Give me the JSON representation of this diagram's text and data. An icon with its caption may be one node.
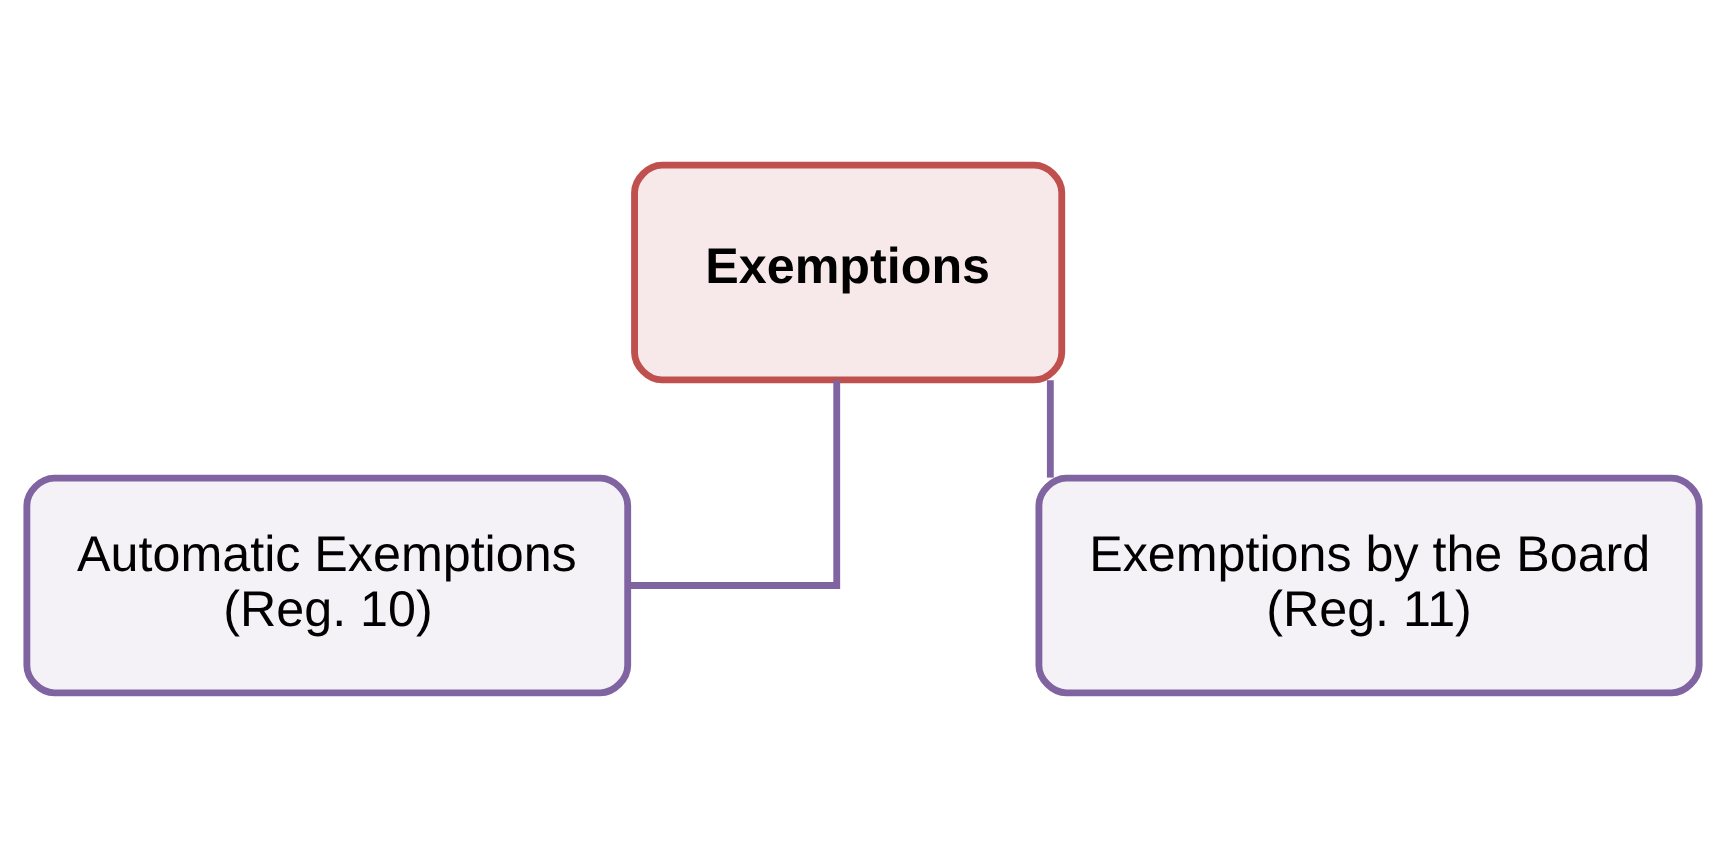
{
  "diagram": {
    "nodes": [
      {
        "text": [
          "Exemptions"
        ]
      },
      {
        "text": [
          "Automatic Exemptions",
          "(Reg. 10)"
        ]
      },
      {
        "text": [
          "Exemptions by the Board",
          "(Reg. 11)"
        ]
      }
    ],
    "edges": [
      {
        "from": 0,
        "to": 1,
        "arrow": "none"
      },
      {
        "from": 0,
        "to": 2,
        "arrow": "none"
      }
    ]
  }
}
